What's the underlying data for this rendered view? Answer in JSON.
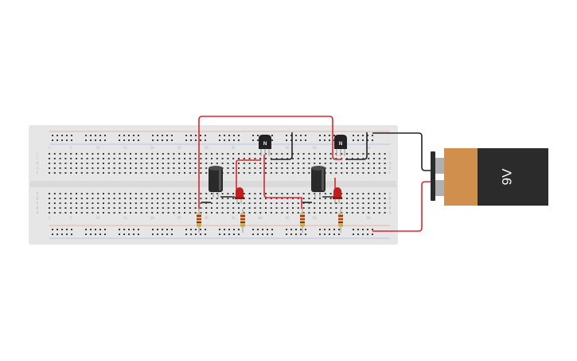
{
  "battery": {
    "label": "9V"
  },
  "transistors": [
    {
      "label": "N"
    },
    {
      "label": "N"
    }
  ],
  "breadboard": {
    "column_labels": [
      "1",
      "5",
      "10",
      "15",
      "20",
      "25",
      "30",
      "35",
      "40",
      "45",
      "50",
      "55",
      "60"
    ],
    "row_labels_top": [
      "J",
      "I",
      "H",
      "G",
      "F"
    ],
    "row_labels_bottom": [
      "E",
      "D",
      "C",
      "B",
      "A"
    ]
  },
  "colors": {
    "breadboard": "#e6e6e6",
    "hole": "#3a3a3a",
    "wire_red": "#d9282f",
    "wire_black": "#222222",
    "led_red": "#c41d1d",
    "capacitor": "#2a2a2a",
    "battery_body": "#d18f4d",
    "battery_label_bg": "#2b2b2b",
    "resistor_body": "#d8b36a"
  }
}
